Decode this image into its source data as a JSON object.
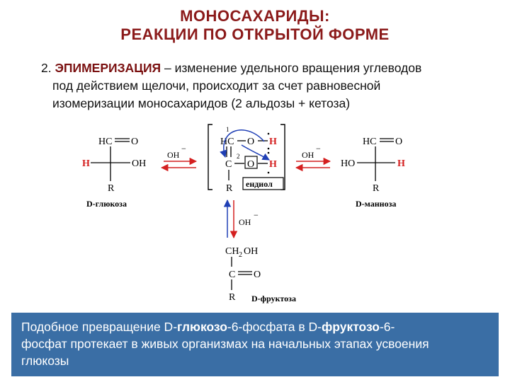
{
  "title": {
    "line1": "МОНОСАХАРИДЫ:",
    "line2": "РЕАКЦИИ ПО ОТКРЫТОЙ ФОРМЕ"
  },
  "intro": {
    "number": "2.",
    "term": "ЭПИМЕРИЗАЦИЯ",
    "line1_rest": " – изменение удельного вращения углеводов",
    "line2": "под действием щелочи, происходит за счет равновесной",
    "line3": "изомеризации моносахаридов (2 альдозы + кетоза)"
  },
  "scheme": {
    "glucose": {
      "top": "HC",
      "top_o": "O",
      "left": "H",
      "right": "OH",
      "bottom": "R",
      "name": "D-глюкоза"
    },
    "enediol": {
      "c1": "HC",
      "o1": "O",
      "h1": "H",
      "c2": "C",
      "o2": "O",
      "h2": "H",
      "r": "R",
      "num1": "1",
      "num2": "2",
      "label": "ендиол"
    },
    "mannose": {
      "top": "HC",
      "top_o": "O",
      "left": "HO",
      "right": "H",
      "bottom": "R",
      "name": "D-манноза"
    },
    "fructose": {
      "top": "CH",
      "sub": "2",
      "oh": "OH",
      "c": "C",
      "o": "O",
      "bottom": "R",
      "name": "D-фруктоза"
    },
    "catalyst": "OH",
    "charge": "−",
    "colors": {
      "red": "#d42020",
      "blue": "#1f3fb5",
      "black": "#000000"
    }
  },
  "note": {
    "p1": "Подобное превращение D-",
    "b1": "глюкозо",
    "p2": "-6-фосфата в D-",
    "b2": "фруктозо",
    "p3": "-6-",
    "p4": "фосфат протекает в живых организмах на начальных этапах усвоения",
    "p5": "глюкозы"
  }
}
